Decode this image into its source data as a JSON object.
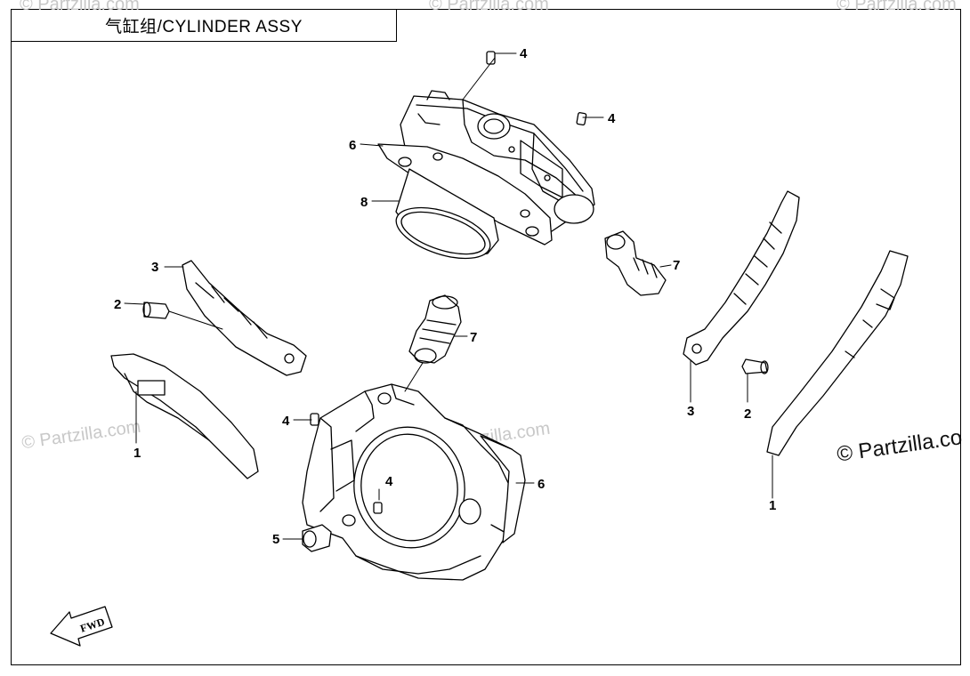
{
  "title": "气缸组/CYLINDER ASSY",
  "watermark": "© Partzilla.com",
  "watermark_dark": "© Partzilla.co",
  "fwd_label": "FWD",
  "callouts": {
    "c1a": "1",
    "c1b": "1",
    "c2a": "2",
    "c2b": "2",
    "c3a": "3",
    "c3b": "3",
    "c4a": "4",
    "c4b": "4",
    "c4c": "4",
    "c4d": "4",
    "c5": "5",
    "c6a": "6",
    "c6b": "6",
    "c7a": "7",
    "c7b": "7",
    "c8": "8"
  },
  "colors": {
    "line": "#000000",
    "watermark": "#c8c8c8"
  }
}
